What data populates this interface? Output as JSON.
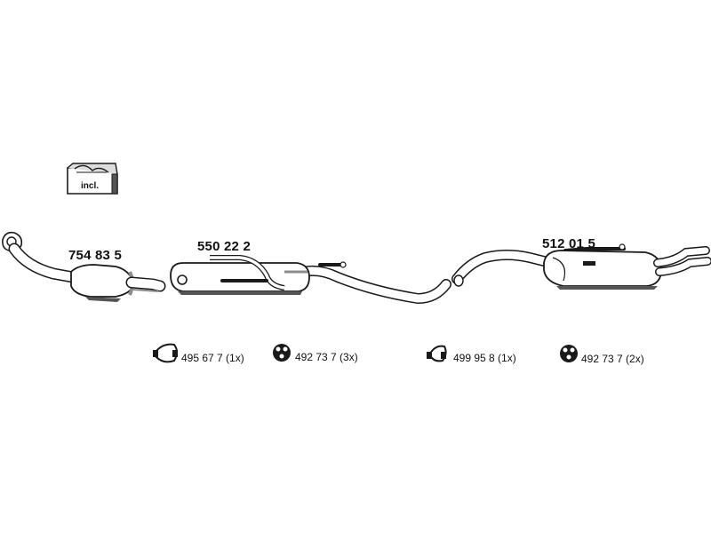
{
  "parts": [
    {
      "id": "catalytic-converter",
      "number": "754 83 5"
    },
    {
      "id": "middle-silencer",
      "number": "550 22 2"
    },
    {
      "id": "rear-silencer",
      "number": "512 01 5"
    }
  ],
  "mounting_kit": {
    "label": "incl."
  },
  "hardware": [
    {
      "id": "clamp-a",
      "icon": "pipe-clamp-icon",
      "text": "495 67 7 (1x)"
    },
    {
      "id": "rubber-a",
      "icon": "rubber-mount-icon",
      "text": "492 73 7 (3x)"
    },
    {
      "id": "clamp-b",
      "icon": "pipe-clamp-icon",
      "text": "499 95 8 (1x)"
    },
    {
      "id": "rubber-b",
      "icon": "rubber-mount-icon",
      "text": "492 73 7 (2x)"
    }
  ],
  "colors": {
    "line": "#1a1a1a",
    "shade": "#8c8c8c",
    "fill": "#ffffff"
  }
}
